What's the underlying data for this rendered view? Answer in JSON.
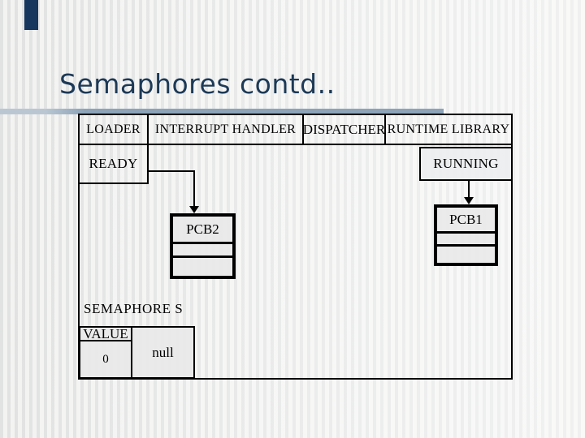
{
  "slide": {
    "title": "Semaphores contd.."
  },
  "colors": {
    "title_text": "#1d3a57",
    "underline_bar": "#8ca3b8",
    "corner_accent": "#17375e",
    "diagram_line": "#000000",
    "cell_fill": "#e9e9e9"
  },
  "diagram": {
    "header_cells": [
      {
        "label": "LOADER"
      },
      {
        "label": "INTERRUPT HANDLER"
      },
      {
        "label": "DISPATCHER"
      },
      {
        "label": "RUNTIME LIBRARY"
      }
    ],
    "ready_label": "READY",
    "running_label": "RUNNING",
    "pcb2_label": "PCB2",
    "pcb1_label": "PCB1",
    "semaphore_title": "SEMAPHORE S",
    "value_header": "VALUE",
    "value": "0",
    "queue_value": "null"
  }
}
